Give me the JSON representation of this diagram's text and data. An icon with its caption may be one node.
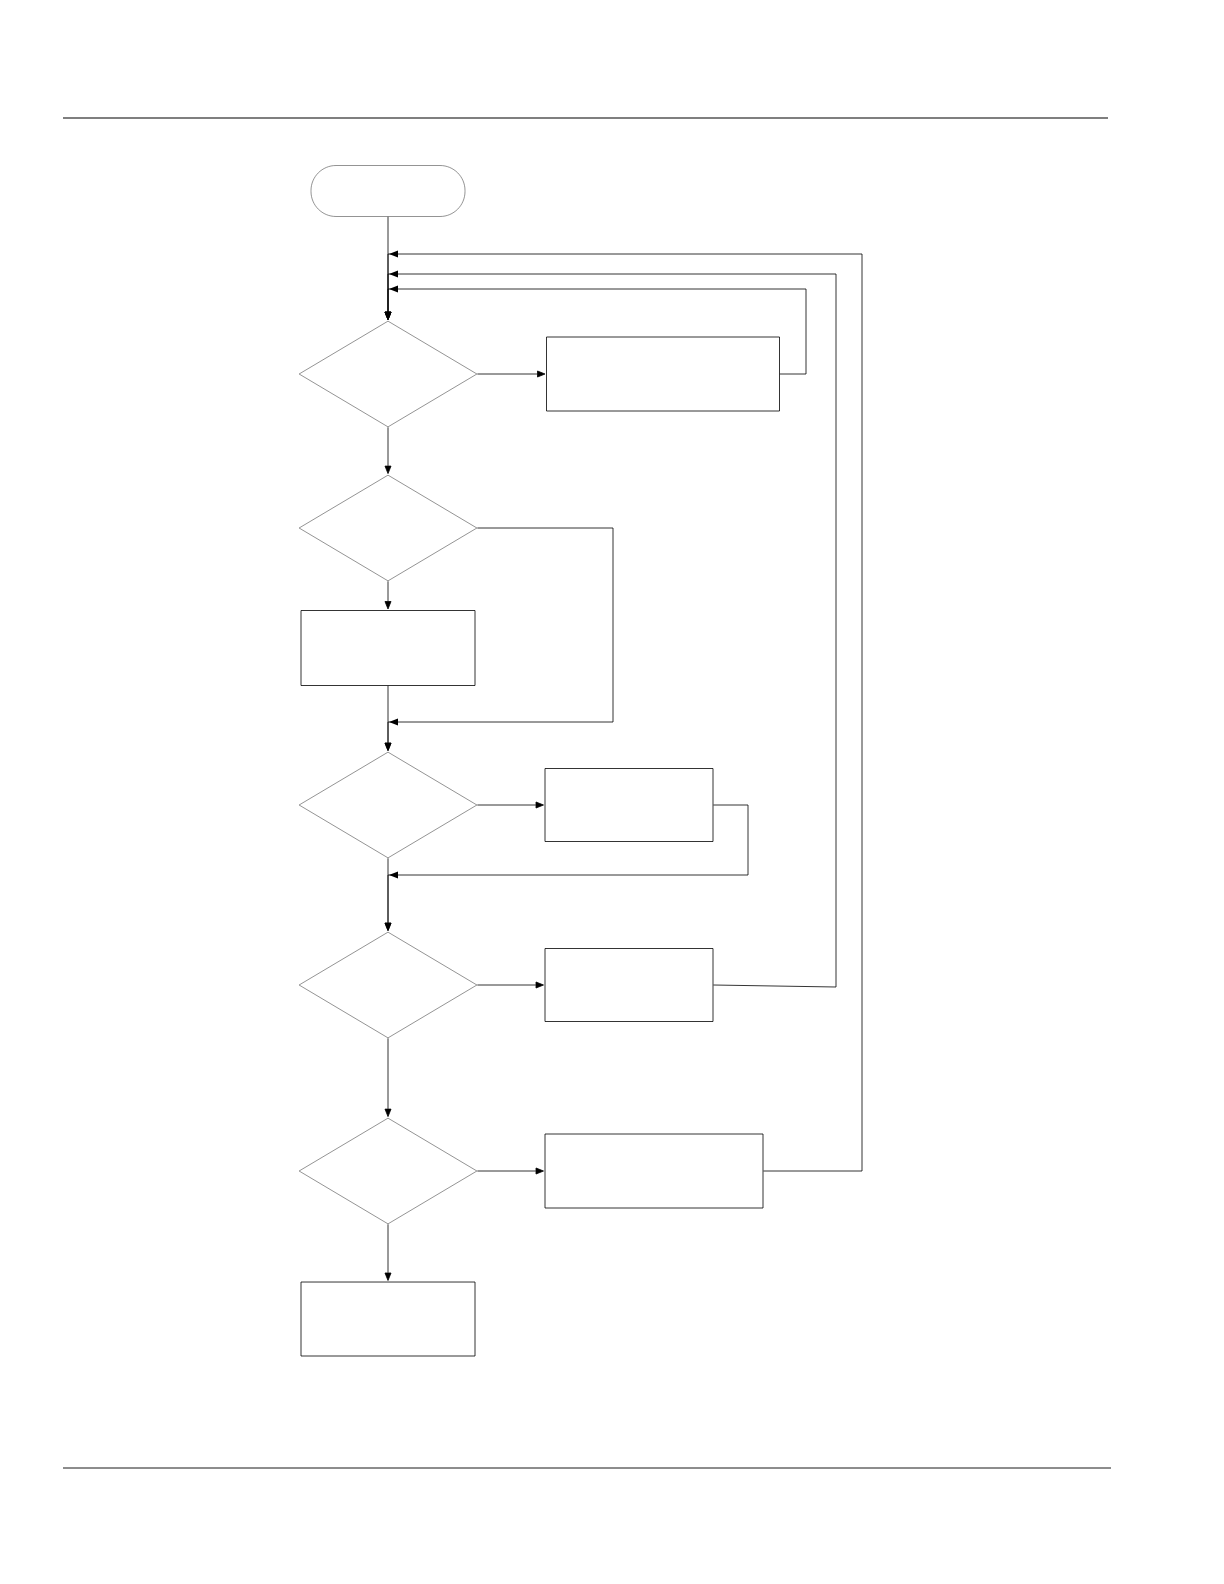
{
  "diagram": {
    "nodes": [
      {
        "text": [],
        "shape": "oval"
      },
      {
        "text": [],
        "shape": "diamond"
      },
      {
        "text": [],
        "shape": "box"
      },
      {
        "text": [],
        "shape": "diamond"
      },
      {
        "text": [],
        "shape": "box"
      },
      {
        "text": [],
        "shape": "diamond"
      },
      {
        "text": [],
        "shape": "box"
      },
      {
        "text": [],
        "shape": "diamond"
      },
      {
        "text": [],
        "shape": "box"
      },
      {
        "text": [],
        "shape": "diamond"
      },
      {
        "text": [],
        "shape": "box"
      },
      {
        "text": [],
        "shape": "box"
      }
    ],
    "edges": [
      {
        "from": 0,
        "to": 1,
        "arrow": "to"
      },
      {
        "from": 1,
        "to": 2,
        "arrow": "to"
      },
      {
        "from": 2,
        "to": 1,
        "arrow": "to"
      },
      {
        "from": 1,
        "to": 3,
        "arrow": "to"
      },
      {
        "from": 3,
        "to": 4,
        "arrow": "to"
      },
      {
        "from": 3,
        "to": 5,
        "arrow": "to"
      },
      {
        "from": 4,
        "to": 5,
        "arrow": "to"
      },
      {
        "from": 5,
        "to": 6,
        "arrow": "to"
      },
      {
        "from": 6,
        "to": 7,
        "arrow": "to"
      },
      {
        "from": 5,
        "to": 7,
        "arrow": "to"
      },
      {
        "from": 7,
        "to": 8,
        "arrow": "to"
      },
      {
        "from": 8,
        "to": 1,
        "arrow": "to"
      },
      {
        "from": 7,
        "to": 9,
        "arrow": "to"
      },
      {
        "from": 9,
        "to": 10,
        "arrow": "to"
      },
      {
        "from": 10,
        "to": 1,
        "arrow": "to"
      },
      {
        "from": 9,
        "to": 11,
        "arrow": "to"
      }
    ]
  }
}
